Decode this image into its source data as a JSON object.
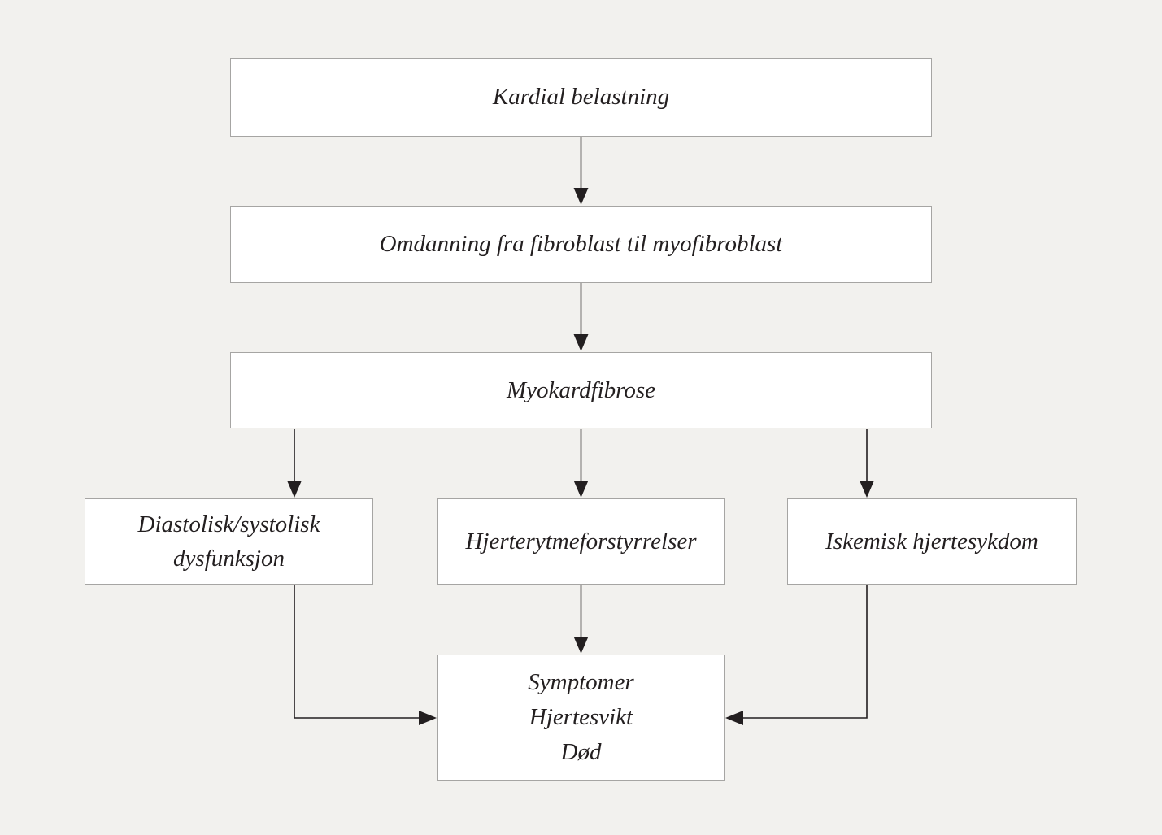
{
  "diagram": {
    "type": "flowchart",
    "language": "Norwegian",
    "colors": {
      "background": "#f2f1ee",
      "box_fill": "#ffffff",
      "box_border": "#a6a5a3",
      "arrow": "#231f20",
      "text": "#231f20"
    },
    "nodes": {
      "kardial": {
        "label": "Kardial belastning"
      },
      "omdanning": {
        "label": "Omdanning fra fibroblast til myofibroblast"
      },
      "myokardfibrose": {
        "label": "Myokardfibrose"
      },
      "dysfunksjon": {
        "label": "Diastolisk/systolisk dysfunksjon"
      },
      "hjerterytme": {
        "label": "Hjerterytmeforstyrrelser"
      },
      "iskemisk": {
        "label": "Iskemisk hjertesykdom"
      },
      "utfall": {
        "lines": [
          "Symptomer",
          "Hjertesvikt",
          "Død"
        ]
      }
    },
    "edges": [
      {
        "from": "kardial",
        "to": "omdanning"
      },
      {
        "from": "omdanning",
        "to": "myokardfibrose"
      },
      {
        "from": "myokardfibrose",
        "to": "dysfunksjon"
      },
      {
        "from": "myokardfibrose",
        "to": "hjerterytme"
      },
      {
        "from": "myokardfibrose",
        "to": "iskemisk"
      },
      {
        "from": "dysfunksjon",
        "to": "utfall"
      },
      {
        "from": "hjerterytme",
        "to": "utfall"
      },
      {
        "from": "iskemisk",
        "to": "utfall"
      }
    ]
  }
}
